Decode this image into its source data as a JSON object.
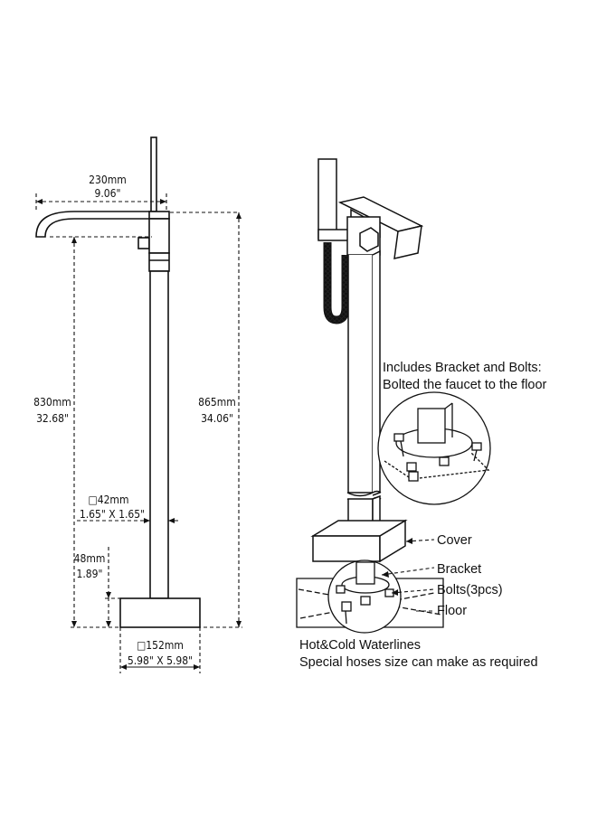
{
  "dimensions": {
    "spout_reach_mm": "230mm",
    "spout_reach_in": "9.06\"",
    "spout_height_mm": "830mm",
    "spout_height_in": "32.68\"",
    "total_height_mm": "865mm",
    "total_height_in": "34.06\"",
    "pipe_mm": "□42mm",
    "pipe_in": "1.65\" X 1.65\"",
    "base_height_mm": "48mm",
    "base_height_in": "1.89\"",
    "base_mm": "□152mm",
    "base_in": "5.98\" X 5.98\""
  },
  "notes": {
    "includes_line1": "Includes Bracket and Bolts:",
    "includes_line2": "Bolted the faucet to the floor",
    "waterlines_line1": "Hot&Cold Waterlines",
    "waterlines_line2": "Special hoses size can make as required"
  },
  "callouts": {
    "cover": "Cover",
    "bracket": "Bracket",
    "bolts": "Bolts(3pcs)",
    "floor": "Floor"
  }
}
